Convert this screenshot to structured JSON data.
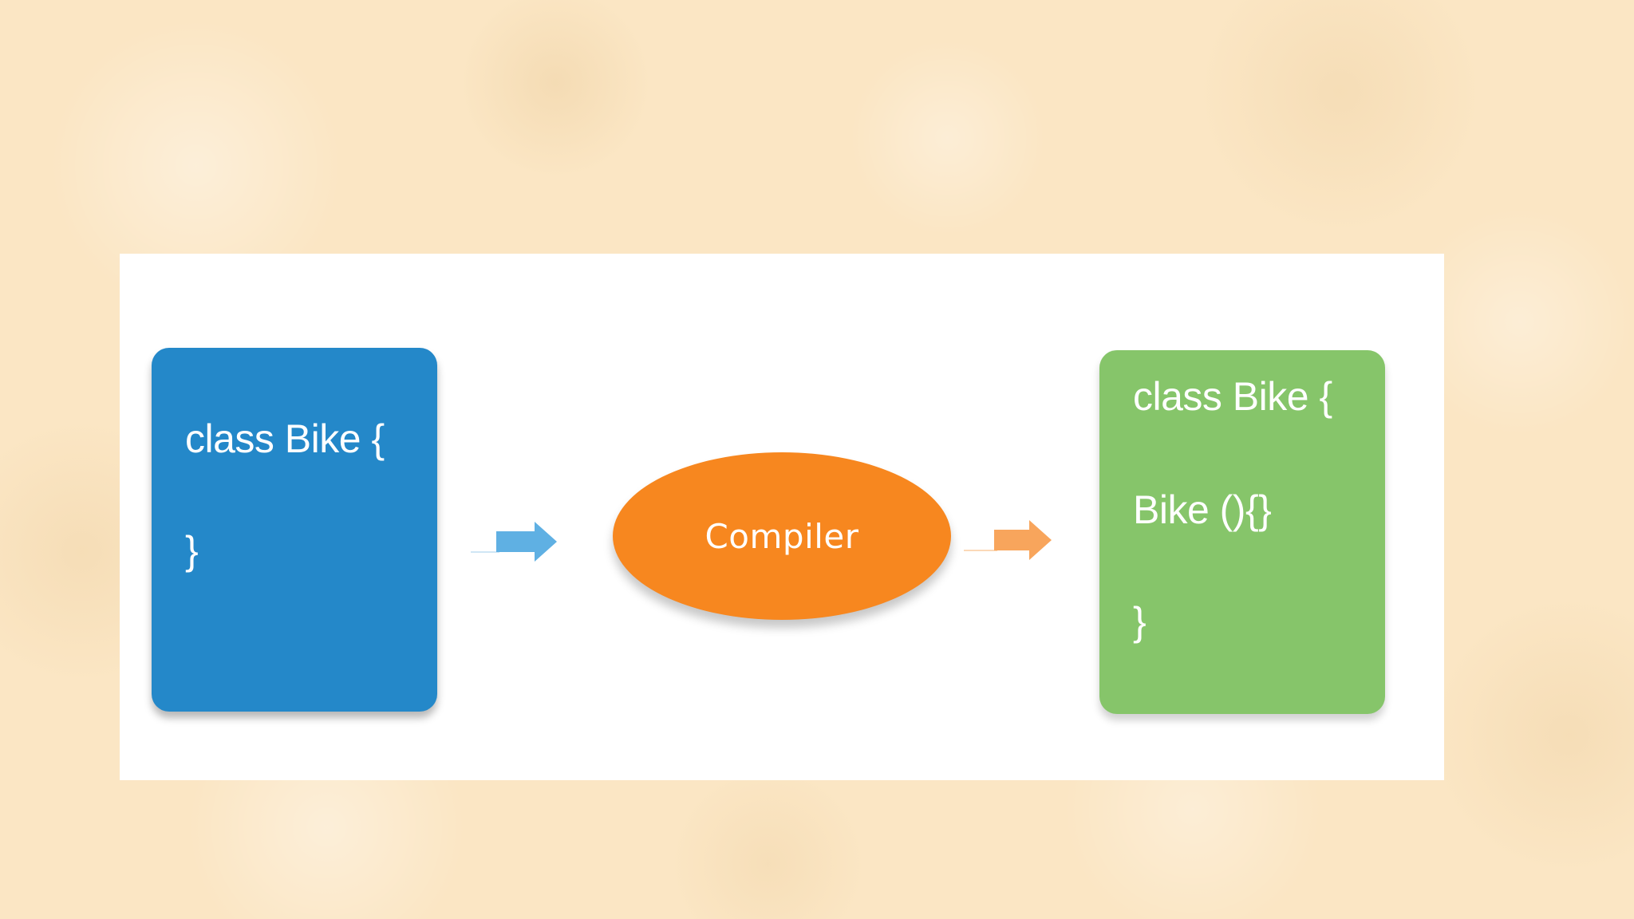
{
  "diagram": {
    "source_block": {
      "lines": [
        "class Bike {",
        "}"
      ]
    },
    "compiler": {
      "label": "Compiler"
    },
    "output_block": {
      "lines": [
        "class Bike {",
        "Bike (){}",
        "}"
      ]
    },
    "colors": {
      "source": "#2488c9",
      "compiler": "#f7871f",
      "output": "#86c56a",
      "arrow_in": "#5fb0e3",
      "arrow_out": "#f8a55c",
      "panel": "#ffffff",
      "background": "#fbe6c4"
    },
    "icons": {
      "arrow_in": "arrow-right-icon",
      "arrow_out": "arrow-right-icon"
    }
  }
}
